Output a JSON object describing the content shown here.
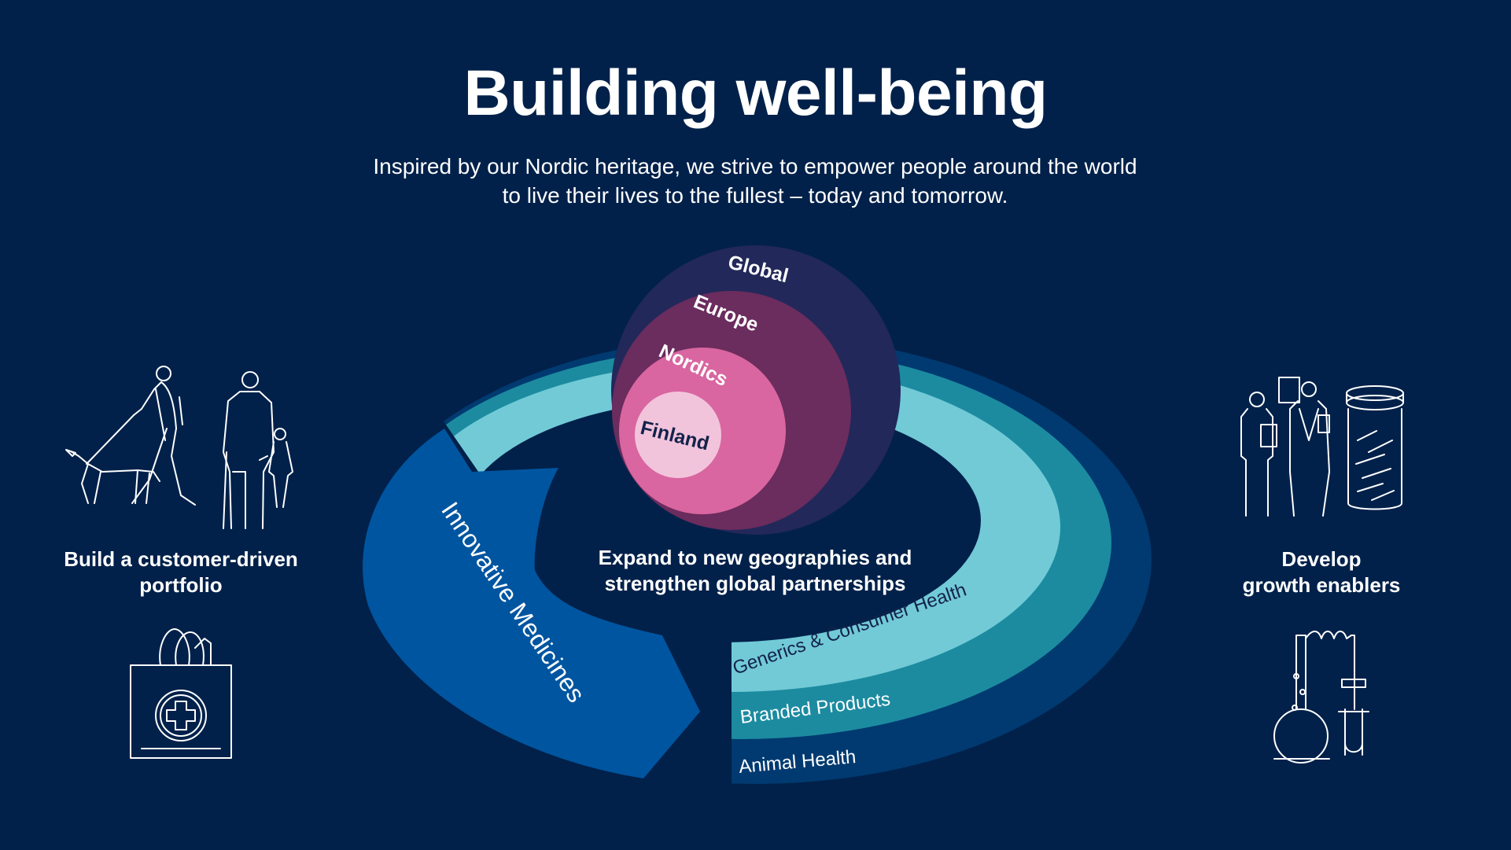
{
  "header": {
    "title": "Building well-being",
    "subtitle_line1": "Inspired by our Nordic heritage, we strive to empower people around the world",
    "subtitle_line2": "to live their lives to the fullest – today and tomorrow."
  },
  "circles": {
    "global": "Global",
    "europe": "Europe",
    "nordics": "Nordics",
    "finland": "Finland"
  },
  "center": {
    "line1": "Expand to new geographies and",
    "line2": "strengthen global partnerships"
  },
  "rings": {
    "innovative": "Innovative Medicines",
    "generics": "Generics & Consumer Health",
    "branded": "Branded Products",
    "animal": "Animal Health"
  },
  "left_pillar": {
    "line1": "Build a customer-driven",
    "line2": "portfolio"
  },
  "right_pillar": {
    "line1": "Develop",
    "line2": "growth enablers"
  },
  "colors": {
    "background": "#01214a",
    "animal_health": "#003a70",
    "branded_products": "#1c8ba0",
    "generics": "#72cad7",
    "innovative": "#0055a0",
    "global": "#22285a",
    "europe": "#6b2c5e",
    "nordics": "#d966a0",
    "finland": "#f2c4dc"
  },
  "icons": [
    "dog-walker-icon",
    "elderly-with-child-icon",
    "pharmacy-bag-icon",
    "doctors-icon",
    "pill-jar-icon",
    "lab-flask-icon"
  ]
}
